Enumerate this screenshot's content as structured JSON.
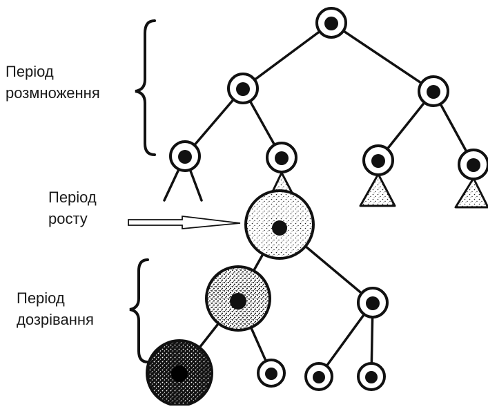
{
  "labels": {
    "reproduction": {
      "line1": "Період",
      "line2": "розмноження"
    },
    "growth": {
      "line1": "Період",
      "line2": "росту"
    },
    "maturation": {
      "line1": "Період",
      "line2": "дозрівання"
    }
  },
  "colors": {
    "ink": "#111111",
    "cell_fill": "#ffffff",
    "stipple_light": "#e6e6e6",
    "stipple_dark": "#1c1c1c"
  },
  "icons": {
    "growth_pointer": "arrow-right-icon",
    "period_bracket": "curly-brace-icon"
  }
}
